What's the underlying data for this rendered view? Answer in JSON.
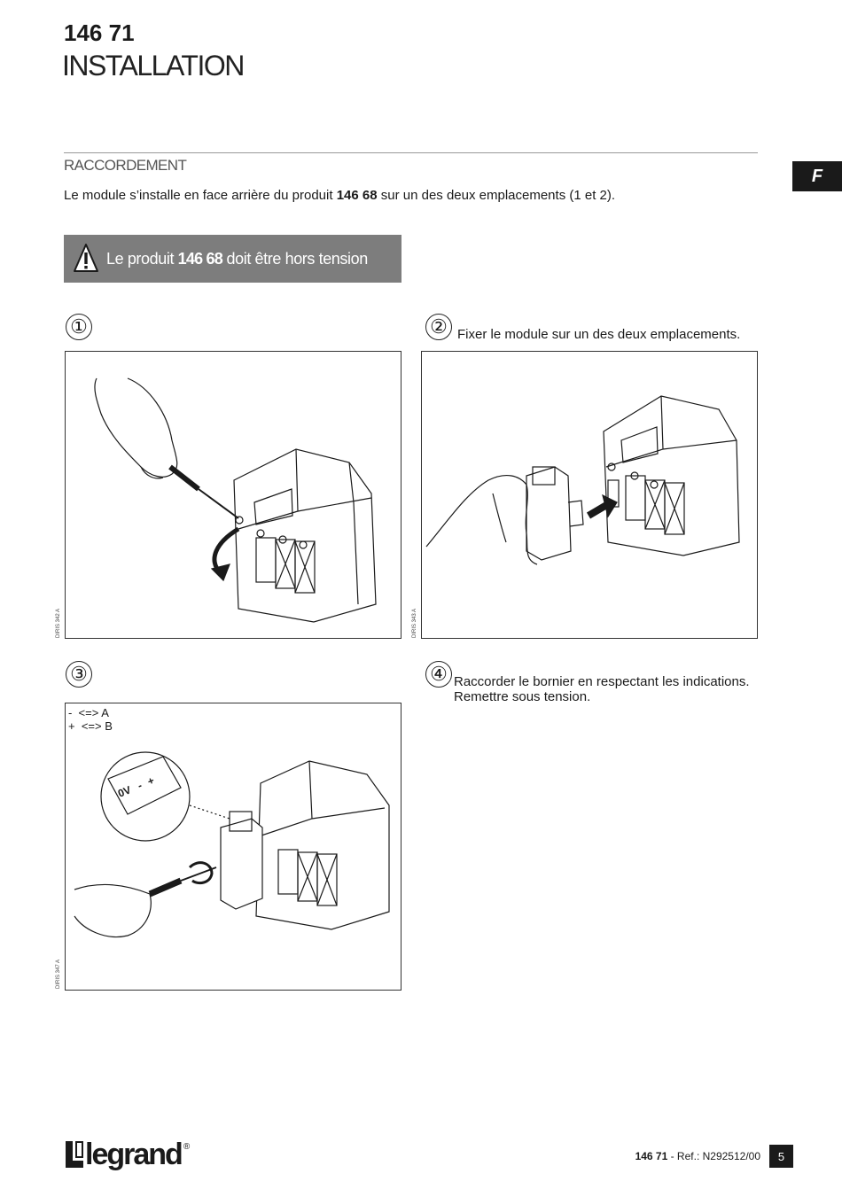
{
  "header": {
    "code": "146 71",
    "title": "INSTALLATION"
  },
  "section": {
    "title": "RACCORDEMENT",
    "lang_tab": "F"
  },
  "intro": {
    "before": "Le module s’installe en face arrière du produit ",
    "product": "146 68",
    "after": " sur un des deux emplacements (1 et 2)."
  },
  "warning": {
    "before": "Le produit ",
    "product": "146 68",
    "after": "  doit être hors tension",
    "icon": "warning-triangle-icon"
  },
  "steps": [
    {
      "num": "①",
      "text": "",
      "ref": "DIRIS 342 A"
    },
    {
      "num": "②",
      "text": "Fixer le module sur un des deux emplacements.",
      "ref": "DIRIS 343 A"
    },
    {
      "num": "③",
      "text": "",
      "ref": "DIRIS 347 A",
      "legend": [
        "-  <=> A",
        "+  <=> B"
      ]
    },
    {
      "num": "④",
      "text_line1": "Raccorder le bornier en respectant les indications.",
      "text_line2": "Remettre sous tension."
    }
  ],
  "diagram3": {
    "terminal_labels": [
      "0V",
      "-",
      "+"
    ]
  },
  "footer": {
    "brand": "legrand",
    "reg": "®",
    "code": "146 71",
    "ref": " - Ref.: N292512/00",
    "page": "5"
  }
}
